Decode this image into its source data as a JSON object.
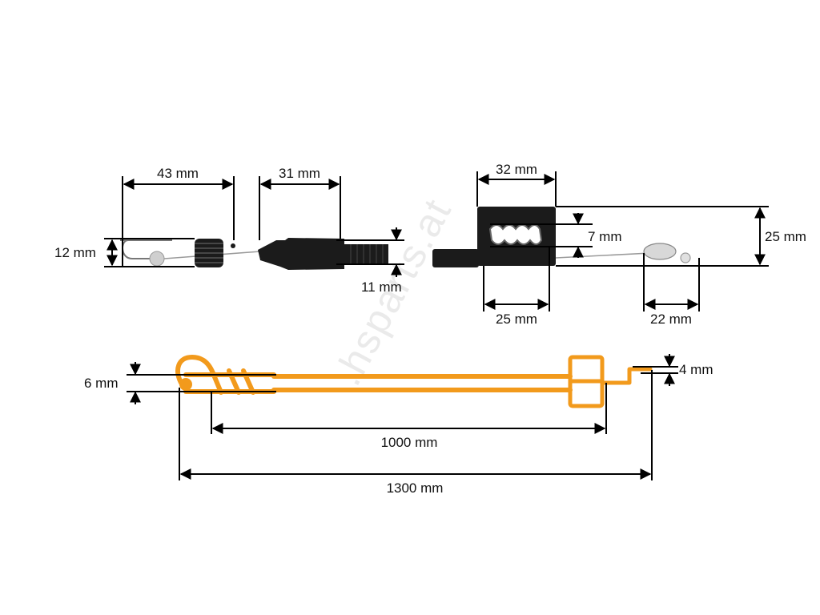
{
  "watermark": ".hsparts.at",
  "labels": {
    "d43": "43 mm",
    "d31": "31 mm",
    "d12": "12 mm",
    "d11": "11 mm",
    "d32": "32 mm",
    "d7": "7 mm",
    "d25h": "25 mm",
    "d25w": "25 mm",
    "d22": "22 mm",
    "d6": "6 mm",
    "d4": "4 mm",
    "d1000": "1000 mm",
    "d1300": "1300 mm"
  },
  "colors": {
    "accent": "#f29a1c",
    "part": "#1b1b1b",
    "cable": "#9a9a9a"
  }
}
